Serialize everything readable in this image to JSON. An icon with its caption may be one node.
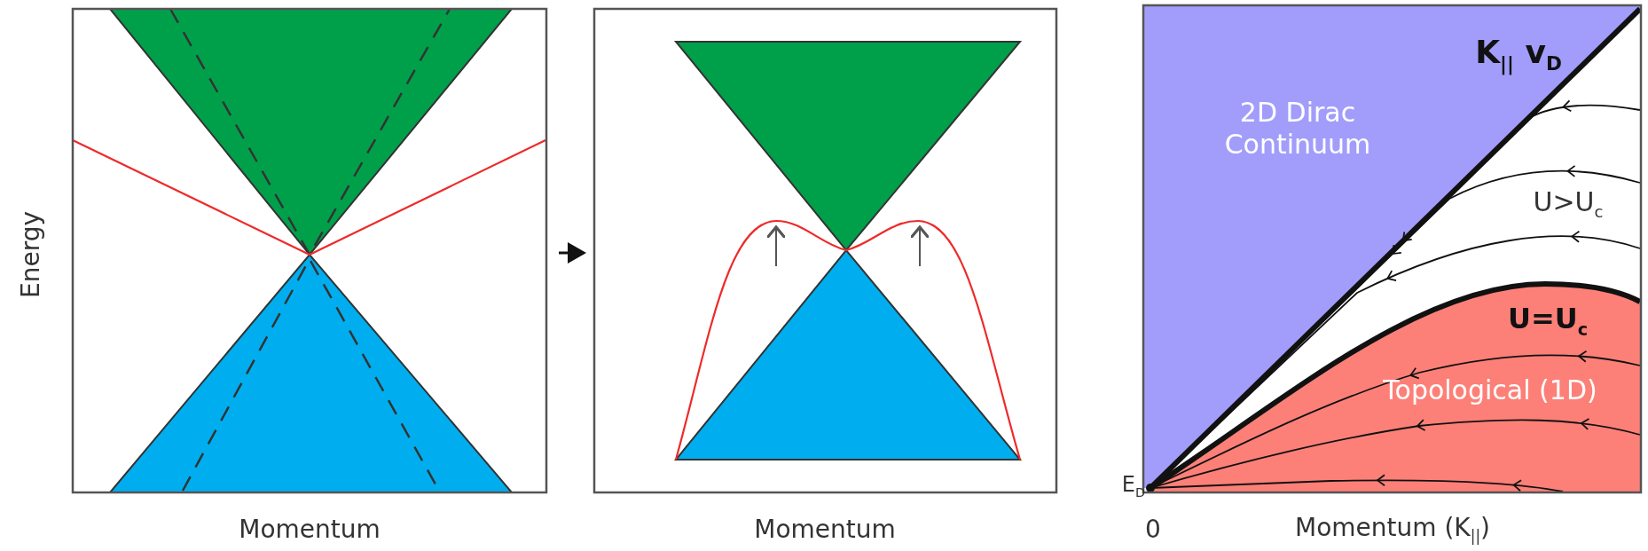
{
  "diagram": {
    "labels": [
      "Energy",
      "Momentum",
      "Momentum",
      "K$_{||}$ v$_{D}$",
      "2D Dirac Continuum",
      "U>U$_{c}$",
      "U=U$_{c}$",
      "Topological (1D)",
      "E$_{D}$",
      "0",
      "Momentum (K$_{||}$)"
    ]
  }
}
